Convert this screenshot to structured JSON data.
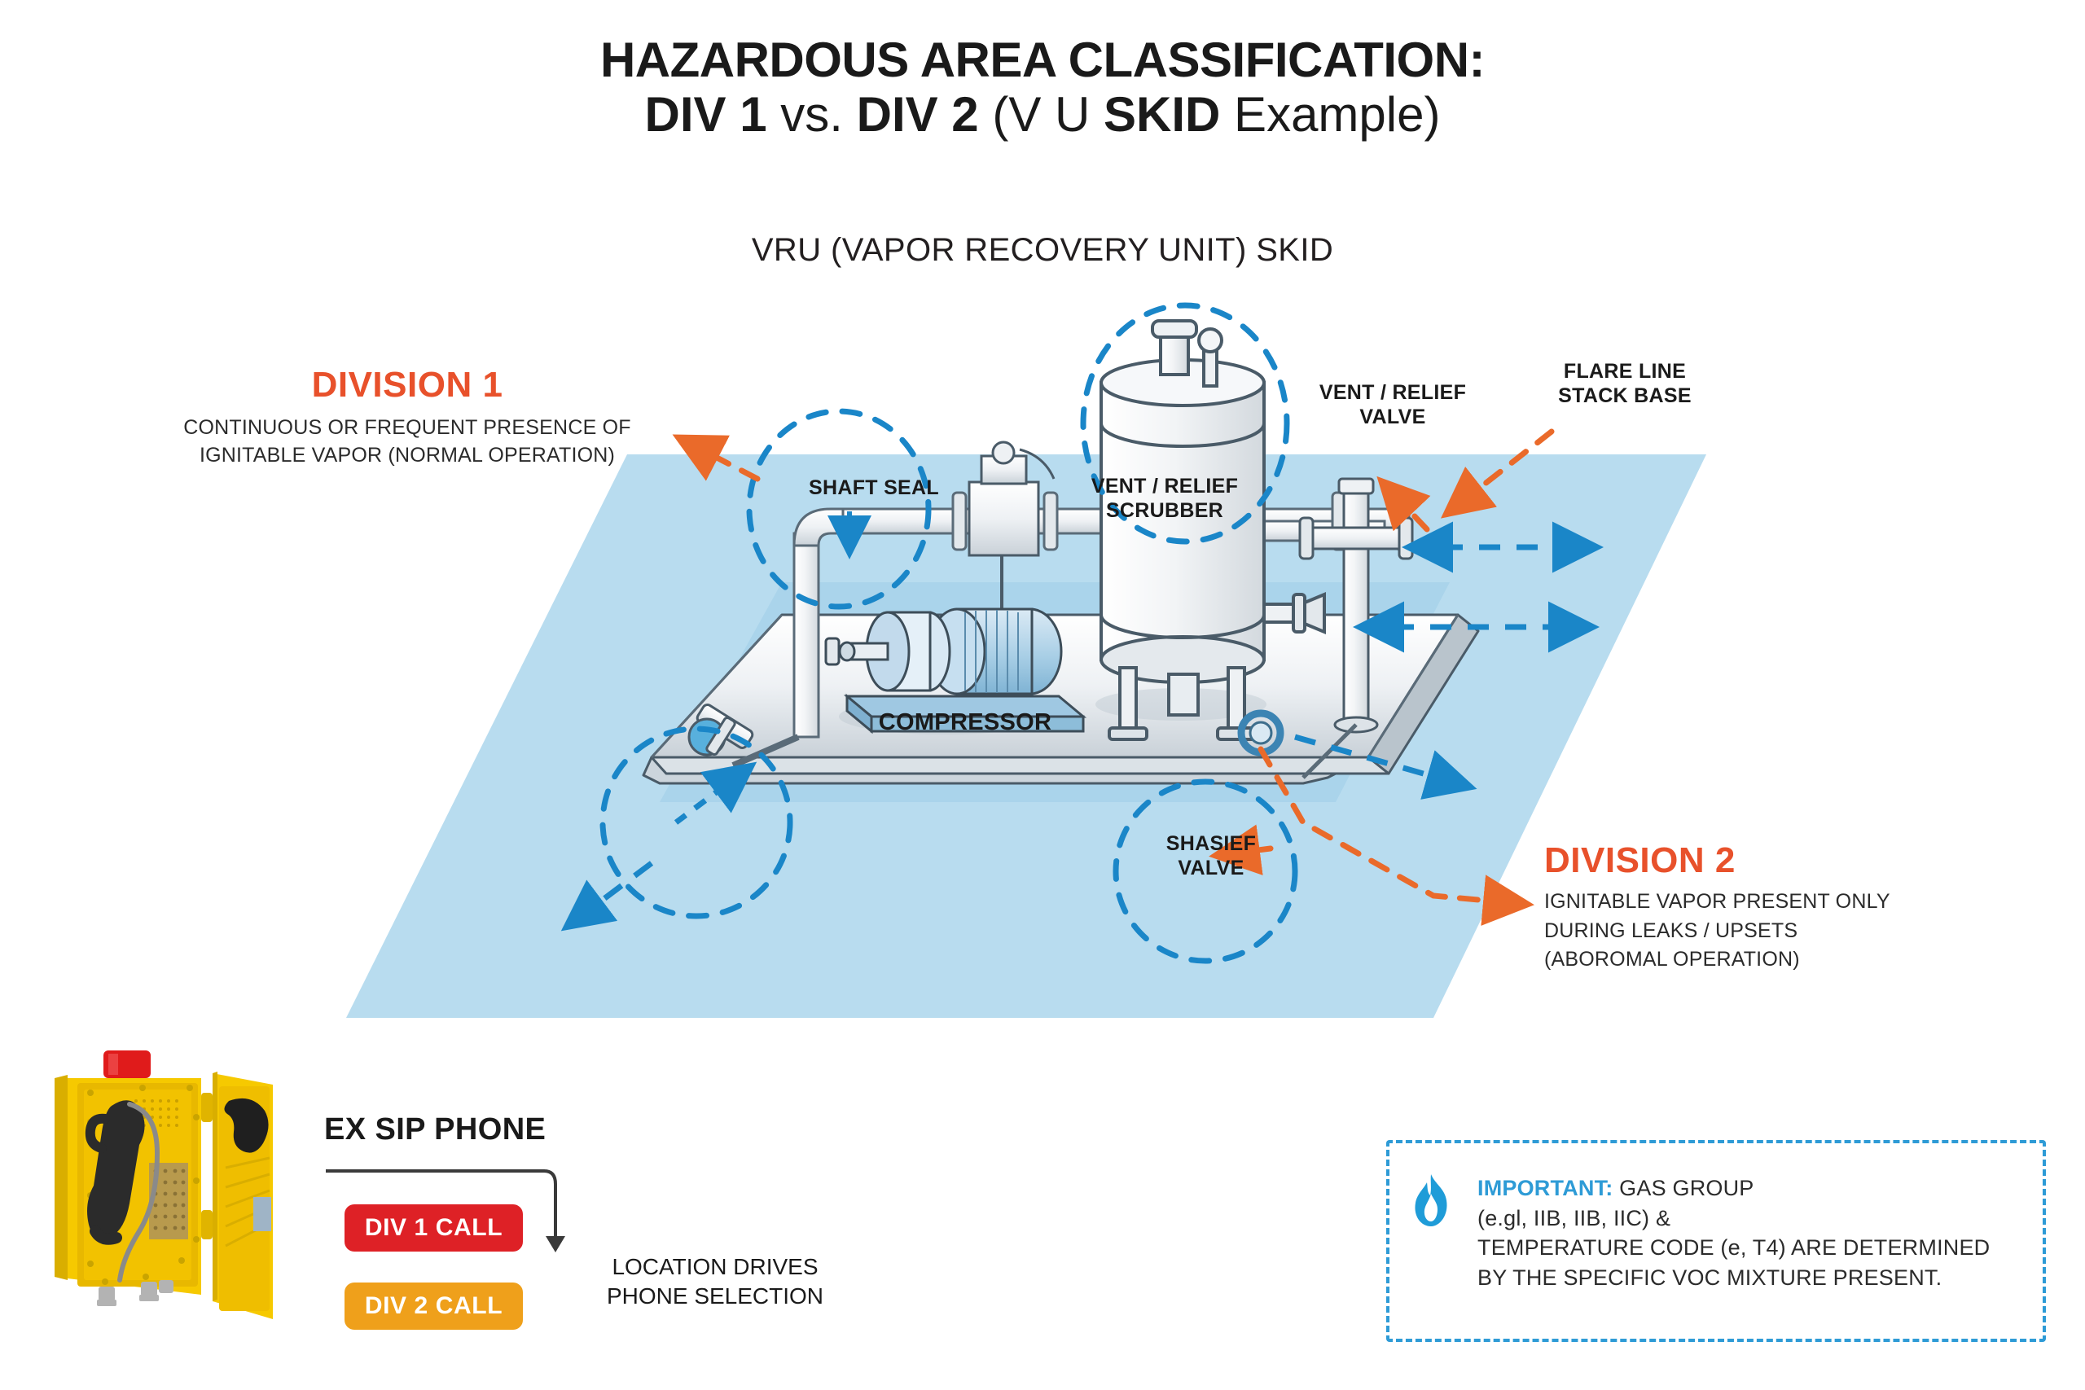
{
  "title": {
    "line1": "HAZARDOUS AREA CLASSIFICATION:",
    "line2_part1": "DIV 1",
    "line2_part2": " vs. ",
    "line2_part3": "DIV 2",
    "line2_part4": " (V U ",
    "line2_part5": "SKID",
    "line2_part6": " Example)"
  },
  "subtitle": "VRU (VAPOR RECOVERY UNIT) SKID",
  "division1": {
    "title": "DIVISION 1",
    "description_line1": "CONTINUOUS OR FREQUENT PRESENCE OF",
    "description_line2": "IGNITABLE VAPOR (NORMAL OPERATION)"
  },
  "division2": {
    "title": "DIVISION 2",
    "description_line1": "IGNITABLE VAPOR PRESENT ONLY",
    "description_line2": "DURING LEAKS / UPSETS",
    "description_line3": "(ABOROMAL OPERATION)"
  },
  "callouts": {
    "shaft_seal": "SHAFT SEAL",
    "scrubber_line1": "VENT / RELIEF",
    "scrubber_line2": "SCRUBBER",
    "vent_valve_line1": "VENT / RELIEF",
    "vent_valve_line2": "VALVE",
    "flare_line1": "FLARE LINE",
    "flare_line2": "STACK BASE",
    "shasief_line1": "SHASIEF",
    "shasief_line2": "VALVE",
    "compressor": "COMPRESSOR"
  },
  "phone": {
    "heading": "EX SIP PHONE",
    "div1_call": "DIV 1 CALL",
    "div2_call": "DIV 2 CALL",
    "note_line1": "LOCATION DRIVES",
    "note_line2": "PHONE SELECTION"
  },
  "important": {
    "keyword": "IMPORTANT:",
    "line1_rest": " GAS GROUP",
    "line2": "(e.gl, IIB, IIB, IIC) &",
    "line3": "TEMPERATURE CODE (e, T4) ARE DETERMINED",
    "line4": "BY THE SPECIFIC VOC MIXTURE PRESENT."
  },
  "colors": {
    "accent_orange": "#e8512b",
    "hazard_plane_blue": "#b8dcef",
    "div1_call_red": "#de2126",
    "div2_call_orange": "#efa01b",
    "important_blue": "#2e9bd6",
    "dashed_blue": "#1a86c8",
    "phone_yellow": "#f5c400",
    "beacon_red": "#e01b1b"
  }
}
